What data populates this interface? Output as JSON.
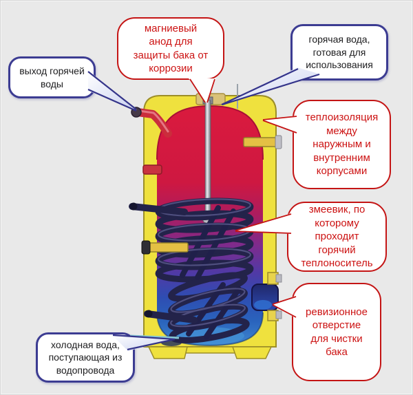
{
  "callouts": {
    "anode": {
      "text": "магниевый\nанод для\nзащиты бака от\nкоррозии"
    },
    "hot_water_ready": {
      "text": "горячая вода,\nготовая для\nиспользования"
    },
    "hot_water_outlet": {
      "text": "выход горячей\nводы"
    },
    "insulation": {
      "text": "теплоизоляция\nмежду\nнаружным и\nвнутренним\nкорпусами"
    },
    "coil": {
      "text": "змеевик, по\nкоторому\nпроходит\nгорячий\nтеплоноситель"
    },
    "revision_hole": {
      "text": "ревизионное\nотверстие\nдля чистки\nбака"
    },
    "cold_water_inlet": {
      "text": "холодная вода,\nпоступающая из\nводопровода"
    }
  },
  "colors": {
    "red_accent": "#c41414",
    "red_text": "#cc1212",
    "navy_accent": "#3c3c92",
    "dark_text": "#1c1c1e",
    "casing_yellow": "#efe13e",
    "tank_hot_red": "#da1a3e",
    "tank_cold_blue": "#3f86ce",
    "coil_navy": "#23234a",
    "background": "#e9e9e9"
  }
}
